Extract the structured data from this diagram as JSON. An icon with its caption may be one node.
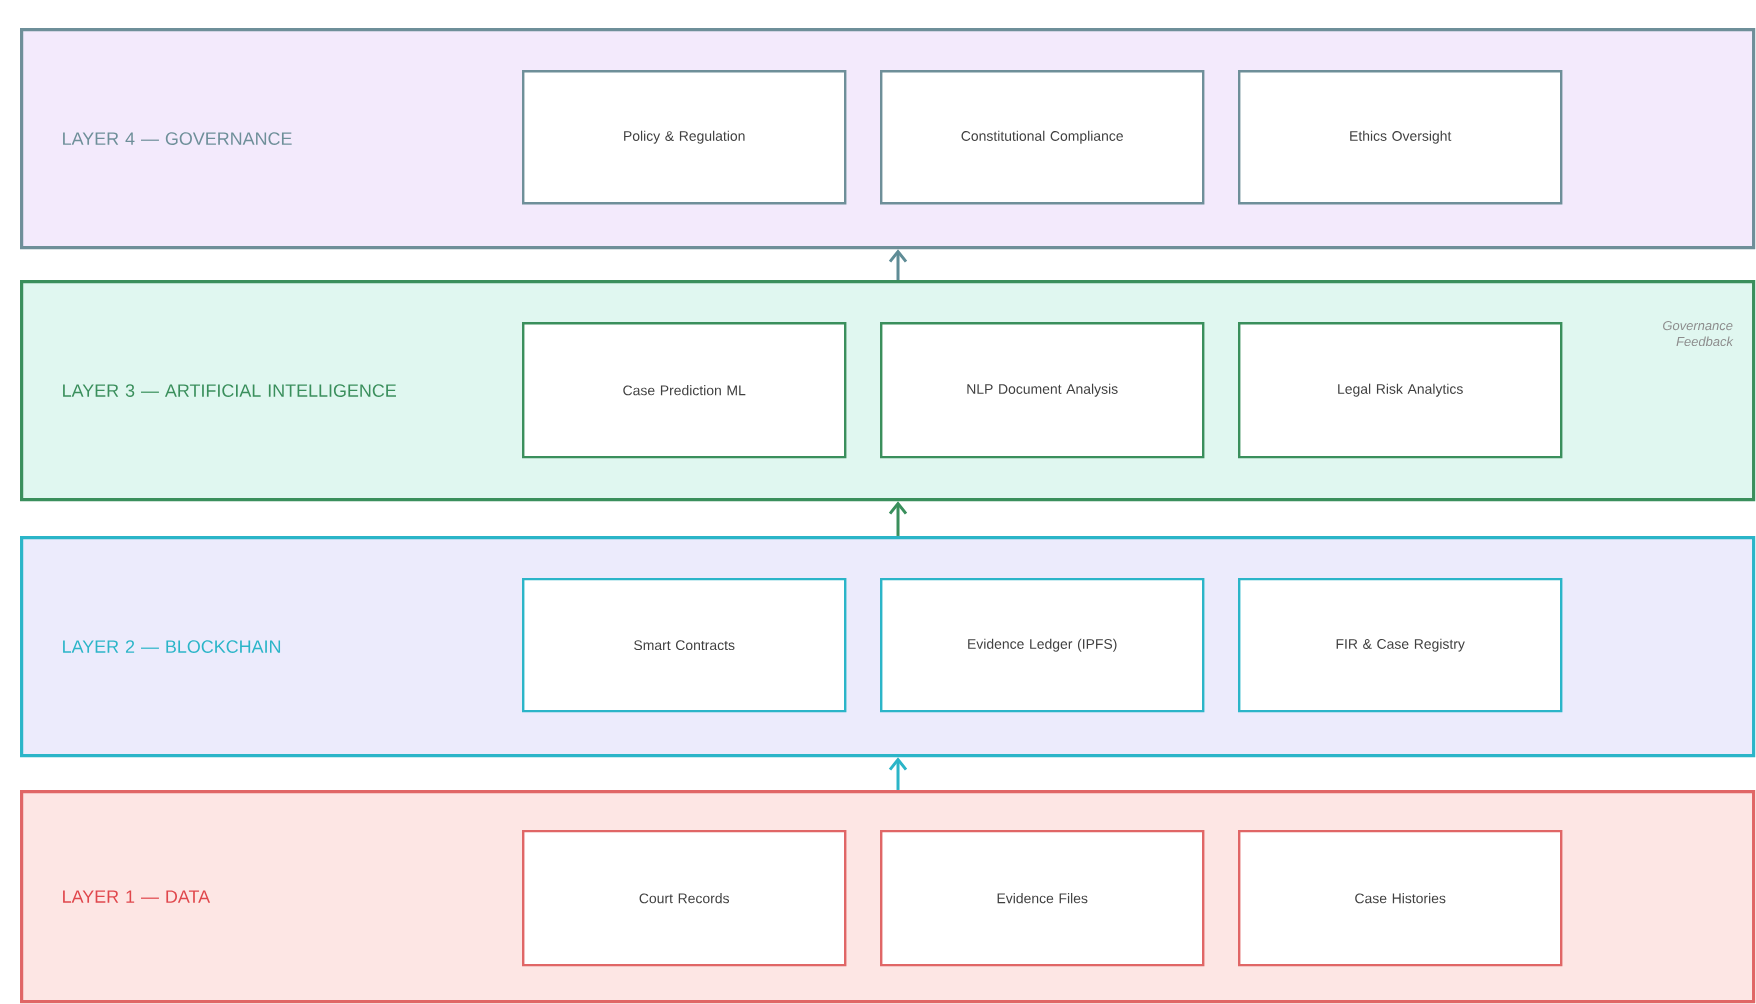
{
  "diagram": {
    "nodes": [
      {
        "text": [
          "LAYER 4 — GOVERNANCE"
        ]
      },
      {
        "text": [
          "Policy & Regulation"
        ],
        "in": 0
      },
      {
        "text": [
          "Constitutional Compliance"
        ],
        "in": 0
      },
      {
        "text": [
          "Ethics Oversight"
        ],
        "in": 0
      },
      {
        "text": [
          "LAYER 3 — ARTIFICIAL INTELLIGENCE"
        ]
      },
      {
        "text": [
          "Case Prediction ML"
        ],
        "in": 4
      },
      {
        "text": [
          "NLP Document Analysis"
        ],
        "in": 4
      },
      {
        "text": [
          "Legal Risk Analytics"
        ],
        "in": 4
      },
      {
        "text": [
          "LAYER 2 — BLOCKCHAIN"
        ]
      },
      {
        "text": [
          "Smart Contracts"
        ],
        "in": 8
      },
      {
        "text": [
          "Evidence Ledger (IPFS)"
        ],
        "in": 8
      },
      {
        "text": [
          "FIR & Case Registry"
        ],
        "in": 8
      },
      {
        "text": [
          "LAYER 1 — DATA"
        ]
      },
      {
        "text": [
          "Court Records"
        ],
        "in": 12
      },
      {
        "text": [
          "Evidence Files"
        ],
        "in": 12
      },
      {
        "text": [
          "Case Histories"
        ],
        "in": 12
      }
    ],
    "edges": [
      {
        "from": 12,
        "to": 8,
        "arrow": "to",
        "color": "#2bb5c8"
      },
      {
        "from": 8,
        "to": 4,
        "arrow": "to",
        "color": "#3a8f5c"
      },
      {
        "from": 4,
        "to": 0,
        "arrow": "to",
        "color": "#5f8c96"
      }
    ],
    "labels": [
      "Governance Feedback"
    ]
  }
}
